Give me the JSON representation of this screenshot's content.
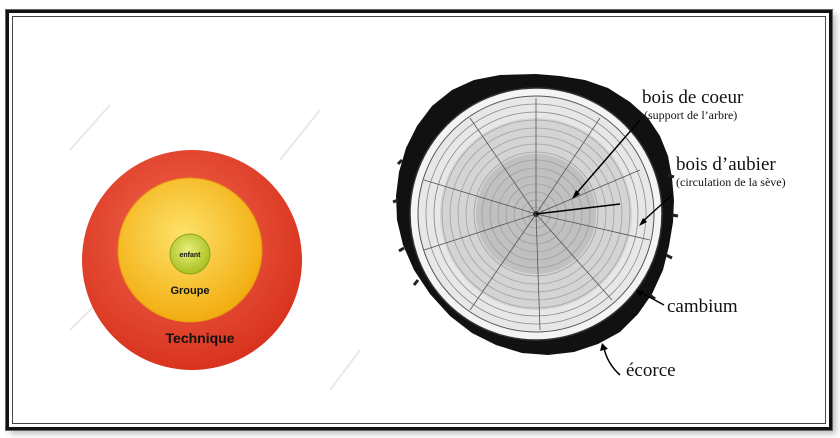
{
  "left_diagram": {
    "inner_label": "enfant",
    "middle_label": "Groupe",
    "outer_label": "Technique",
    "colors": {
      "outer": "#e8452f",
      "middle": "#f7c21e",
      "inner": "#c9d83a"
    }
  },
  "right_diagram": {
    "labels": {
      "heartwood_title": "bois de coeur",
      "heartwood_sub": "(support de l’arbre)",
      "sapwood_title": "bois d’aubier",
      "sapwood_sub": "(circulation de la sève)",
      "cambium": "cambium",
      "bark": "écorce"
    }
  }
}
